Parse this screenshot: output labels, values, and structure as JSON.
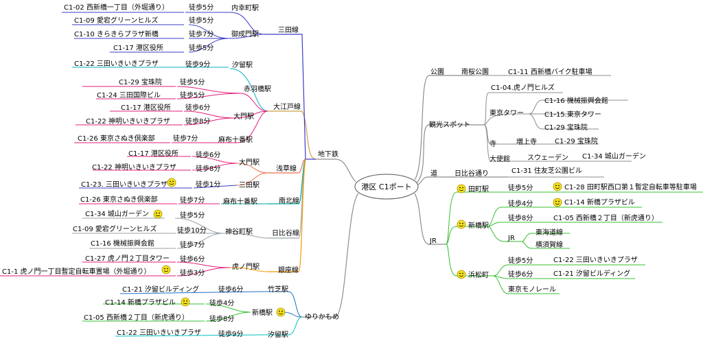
{
  "center": {
    "label": "港区 C1ポート"
  },
  "branches": {
    "subway": "地下鉄",
    "yurikamome": "ゆりかもめ",
    "park": "公園",
    "sightseeing": "観光スポット",
    "road": "道",
    "jr": "JR"
  },
  "lines": {
    "mita": "三田線",
    "oedo": "大江戸線",
    "asakusa": "浅草線",
    "nanboku": "南北線",
    "hibiya": "日比谷線",
    "ginza": "銀座線"
  },
  "stations": {
    "uchisaiwaicho": "内幸町駅",
    "onarimon": "御成門駅",
    "shiodome": "汐留駅",
    "akabanebashi": "赤羽橋駅",
    "daimon": "大門駅",
    "azabujuban": "麻布十番駅",
    "mita": "三田駅",
    "kamiyacho": "神谷町駅",
    "toranomon": "虎ノ門駅",
    "takeshiba": "竹芝駅",
    "shimbashi": "新橋駅",
    "tamachi": "田町駅",
    "hamamatsucho": "浜松町"
  },
  "walks": {
    "m1": "徒歩5分",
    "m2": "徒歩5分",
    "m3": "徒歩7分",
    "m4": "徒歩5分",
    "o1": "徒歩9分",
    "o2": "徒歩5分",
    "o3": "徒歩5分",
    "o4": "徒歩6分",
    "o5": "徒歩8分",
    "o6": "徒歩7分",
    "a1": "徒歩6分",
    "a2": "徒歩8分",
    "a3": "徒歩1分",
    "n1": "徒歩7分",
    "h1": "徒歩5分",
    "h2": "徒歩10分",
    "h3": "徒歩7分",
    "g1": "徒歩6分",
    "g2": "徒歩3分",
    "y1": "徒歩6分",
    "y2": "徒歩4分",
    "y3": "徒歩8分",
    "y4": "徒歩9分",
    "j1": "徒歩5分",
    "j2": "徒歩4分",
    "j3": "徒歩8分",
    "j4": "徒歩5分",
    "j5": "徒歩6分"
  },
  "ports": {
    "p1": "C1-02 西新橋一丁目（外堀通り）",
    "p2": "C1-09 愛宕グリーンヒルズ",
    "p3": "C1-10 きらきらプラザ新橋",
    "p4": "C1-17 港区役所",
    "p5": "C1-22 三田いきいきプラザ",
    "p6": "C1-29 宝珠院",
    "p7": "C1-24 三田国際ビル",
    "p8": "C1-17 港区役所",
    "p9": "C1-22 神明いきいきプラザ",
    "p10": "C1-26 東京さぬき倶楽部",
    "p11": "C1-17 港区役所",
    "p12": "C1-22 神明いきいきプラザ",
    "p13": "C1-23. 三田いきいきプラザ",
    "p14": "C1-26 東京さぬき倶楽部",
    "p15": "C1-34 城山ガーデン",
    "p16": "C1-09 愛宕グリーンヒルズ",
    "p17": "C1-16 機械振興会館",
    "p18": "C1-27 虎ノ門２丁目タワー",
    "p19": "C1-1 虎ノ門一丁目暫定自転車置場（外堀通り）",
    "p20": "C1-21 汐留ビルディング",
    "p21": "C1-14 新橋プラザビル",
    "p22": "C1-05 西新橋２丁目（新虎通り）",
    "p23": "C1-22 三田いきいきプラザ",
    "r1": "南桜公園",
    "r2": "C1-11 西新橋バイク駐車場",
    "r3": "C1-04.虎ノ門ヒルズ",
    "r4": "東京タワー",
    "r5": "C1-16 機械振興会館",
    "r6": "C1-15.東京タワー",
    "r7": "C1-29 宝珠院",
    "r8": "寺",
    "r9": "増上寺",
    "r10": "C1-29 宝珠院",
    "r11": "大使館",
    "r12": "スウェーデン",
    "r13": "C1-34 城山ガーデン",
    "r14": "日比谷通り",
    "r15": "C1-31 住友芝公園ビル",
    "r16": "C1-28 田町駅西口第１暫定自転車等駐車場",
    "r17": "C1-14 新橋プラザビル",
    "r18": "C1-05 西新橋２丁目（新虎通り）",
    "r19": "JR",
    "r20": "東海道線",
    "r21": "横須賀線",
    "r22": "C1-22 三田いきいきプラザ",
    "r23": "C1-21 汐留ビルディング",
    "r24": "東京モノレール"
  },
  "colors": {
    "mita": "#3b3bc9",
    "oedo": "#e21c79",
    "asakusa": "#ee6e4a",
    "nanboku": "#00a69a",
    "hibiya": "#9aa2a8",
    "ginza": "#f39800",
    "yurikamome": "#1b6fc6",
    "jr": "#36c030",
    "subway_trunk": "#c9a046",
    "gray": "#8c8c8c",
    "smiley": "#f6e21e"
  }
}
